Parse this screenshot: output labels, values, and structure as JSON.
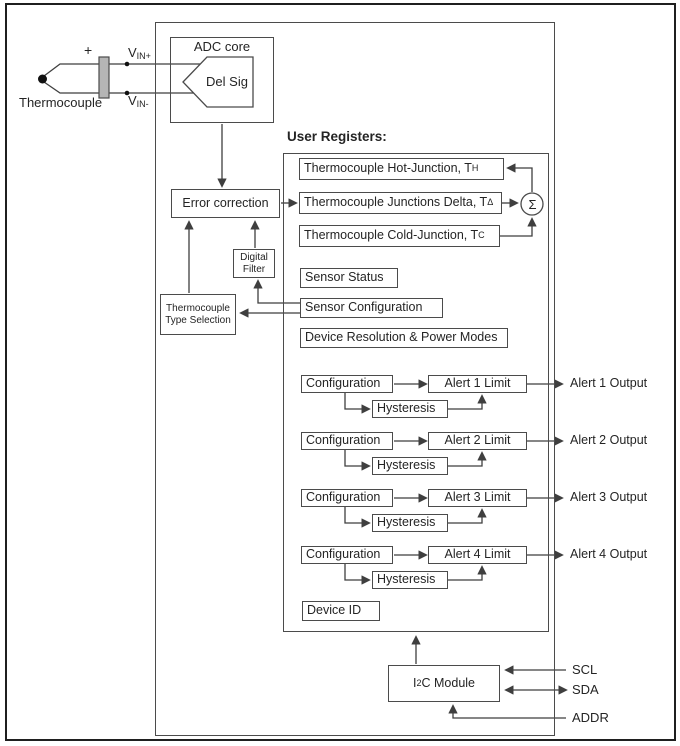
{
  "input": {
    "thermocouple_label": "Thermocouple",
    "plus_sign": "+",
    "vin_plus": {
      "base": "V",
      "sub": "IN+"
    },
    "vin_minus": {
      "base": "V",
      "sub": "IN-"
    }
  },
  "adc": {
    "title": "ADC core",
    "modulator": "Del Sig"
  },
  "processing": {
    "error_correction": "Error correction",
    "digital_filter": "Digital Filter",
    "tc_type_selection": "Thermocouple Type Selection"
  },
  "user_registers": {
    "title": "User Registers:",
    "hot_junction": {
      "text": "Thermocouple Hot-Junction, T",
      "sub": "H"
    },
    "junctions_delta": {
      "text": "Thermocouple Junctions Delta, T",
      "sub": "Δ"
    },
    "cold_junction": {
      "text": "Thermocouple Cold-Junction, T",
      "sub": "C"
    },
    "sum_symbol": "Σ",
    "sensor_status": "Sensor Status",
    "sensor_configuration": "Sensor Configuration",
    "device_resolution": "Device Resolution & Power Modes",
    "device_id": "Device ID",
    "alerts": [
      {
        "config": "Configuration",
        "limit": "Alert 1 Limit",
        "hysteresis": "Hysteresis",
        "output": "Alert 1 Output"
      },
      {
        "config": "Configuration",
        "limit": "Alert 2 Limit",
        "hysteresis": "Hysteresis",
        "output": "Alert 2 Output"
      },
      {
        "config": "Configuration",
        "limit": "Alert 3 Limit",
        "hysteresis": "Hysteresis",
        "output": "Alert 3 Output"
      },
      {
        "config": "Configuration",
        "limit": "Alert 4 Limit",
        "hysteresis": "Hysteresis",
        "output": "Alert 4 Output"
      }
    ]
  },
  "i2c": {
    "module": {
      "pre": "I",
      "sup": "2",
      "post": "C Module"
    },
    "pins": {
      "scl": "SCL",
      "sda": "SDA",
      "addr": "ADDR"
    }
  },
  "colors": {
    "line": "#3f3f3f",
    "border": "#4b4b4b",
    "text": "#242424",
    "connector_fill": "#b5b5b5"
  }
}
